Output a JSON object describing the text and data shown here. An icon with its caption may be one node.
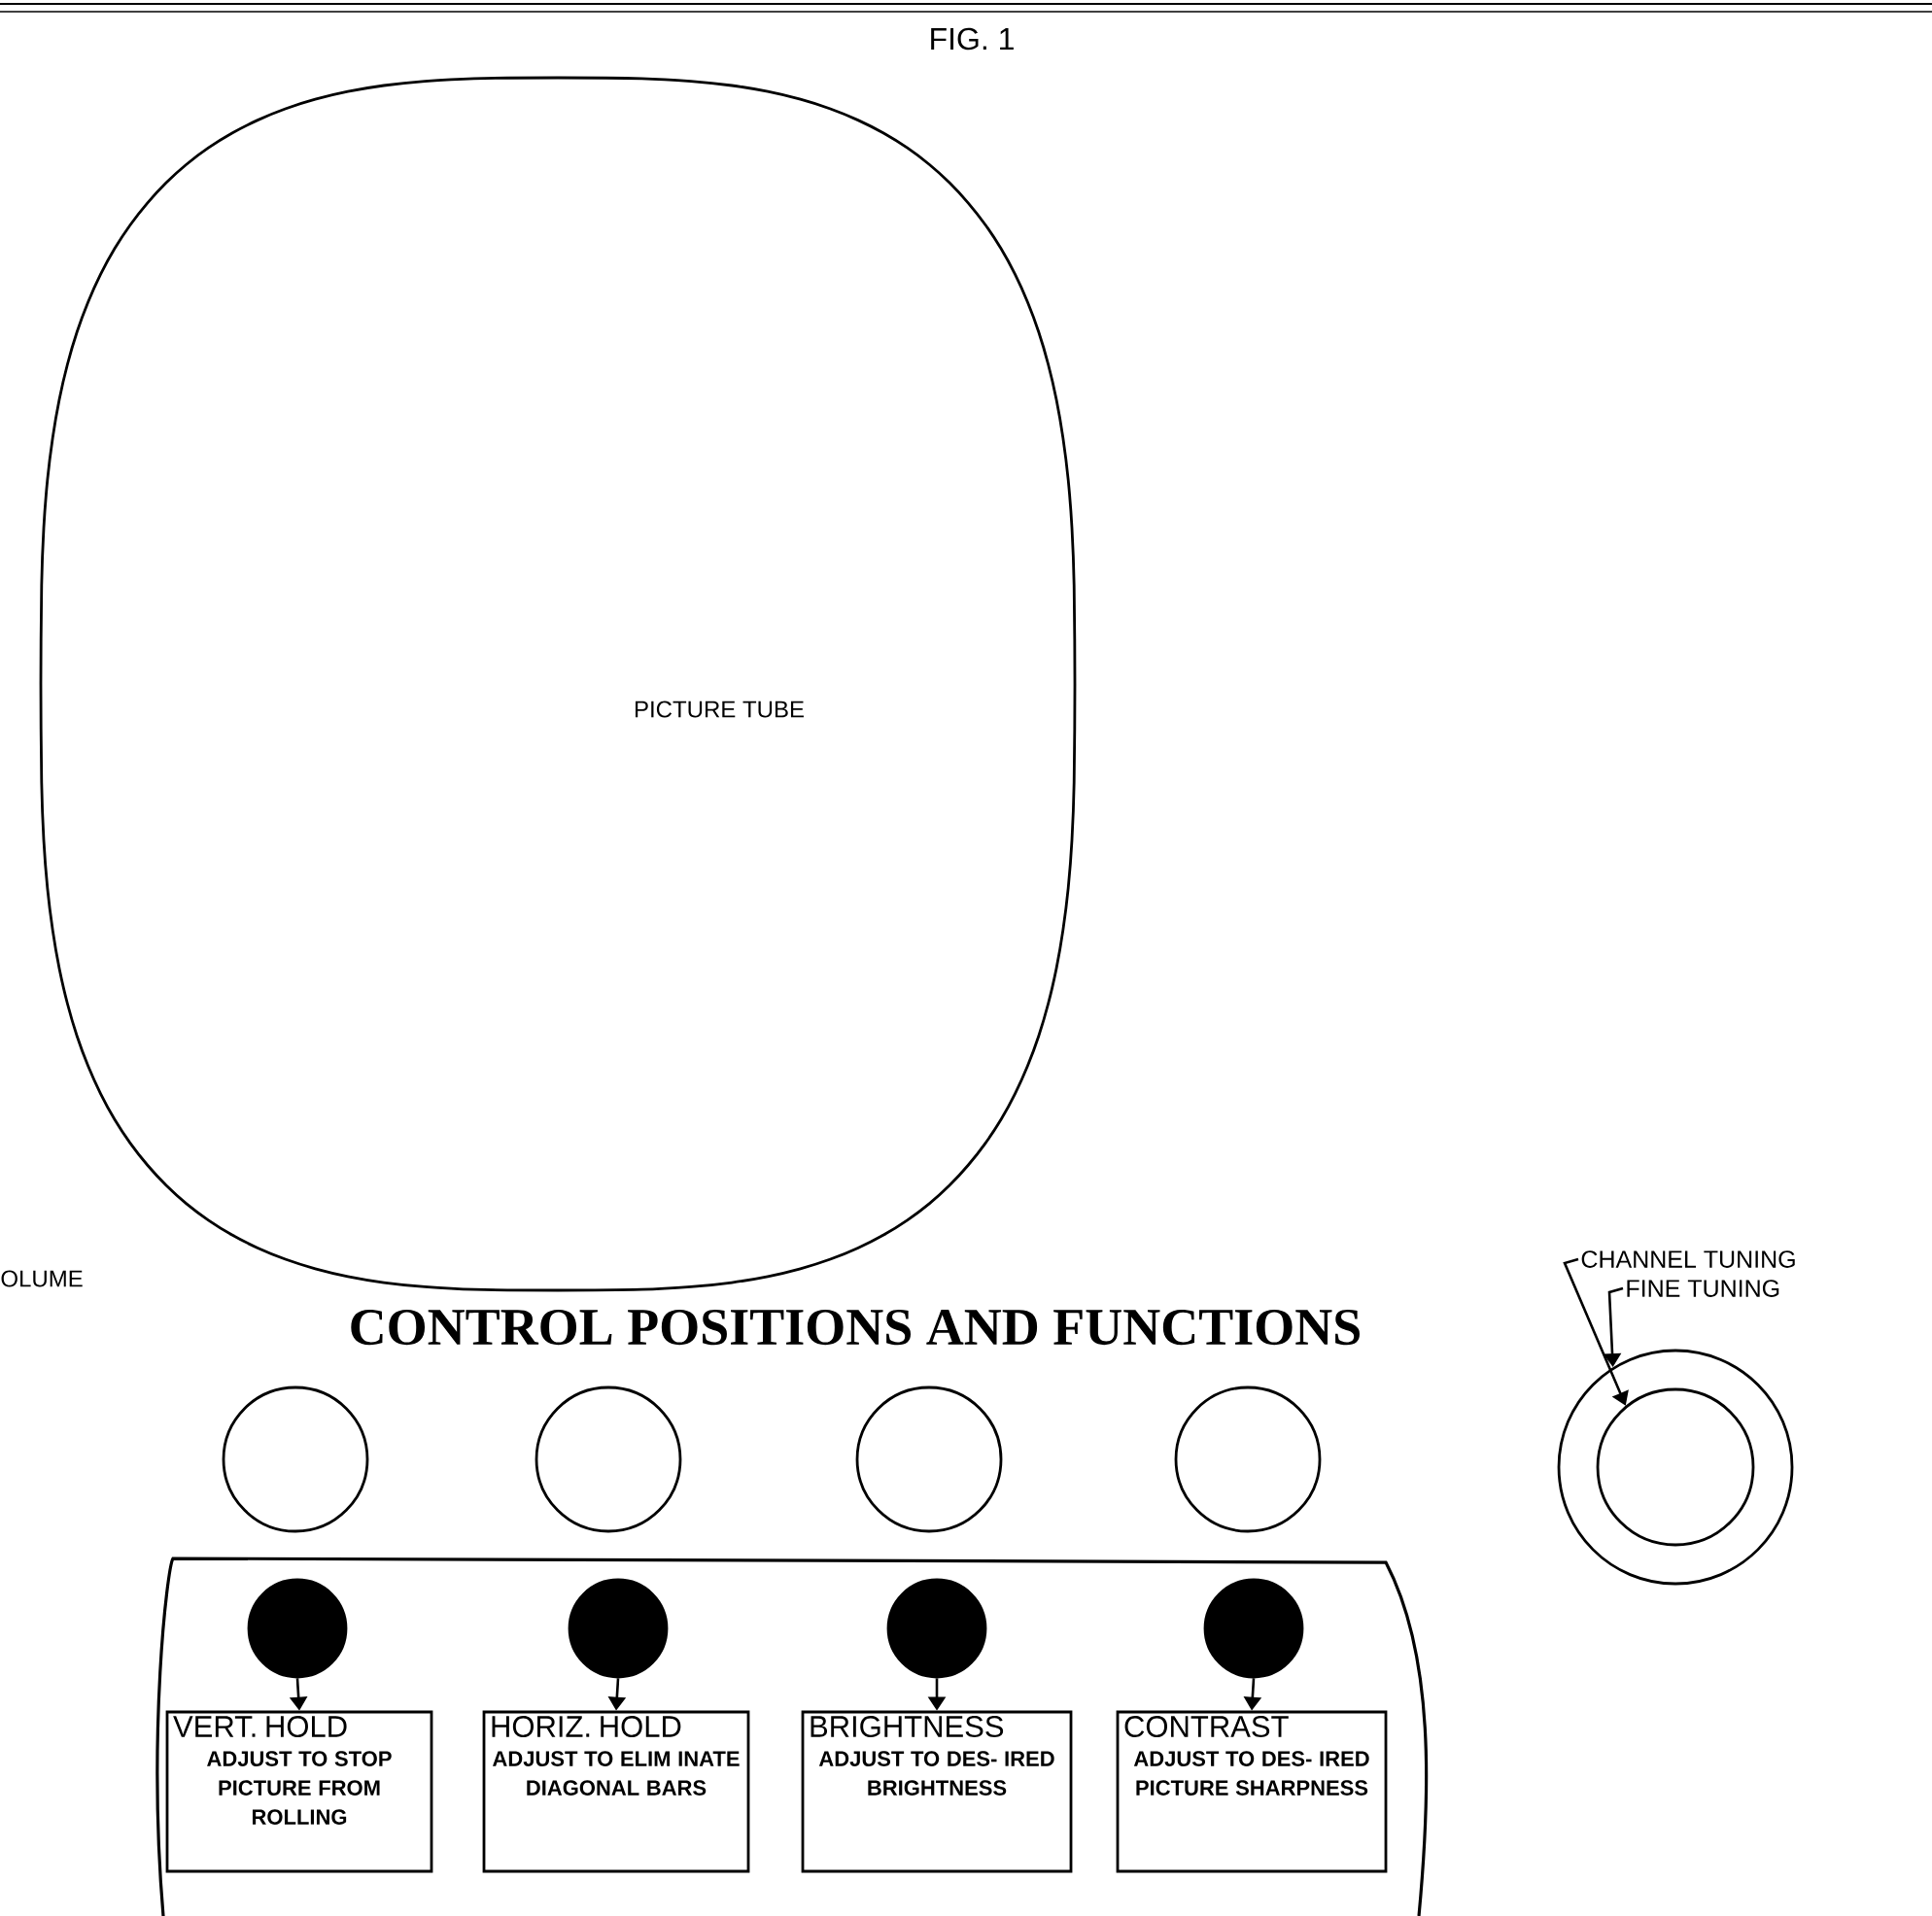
{
  "diagram": {
    "title": "FIG. 1",
    "nodes": [
      {
        "text": [
          "PICTURE TUBE"
        ]
      },
      {
        "text": [],
        "shape": "circle"
      },
      {
        "text": [],
        "shape": "circle"
      },
      {
        "text": [],
        "shape": "circle"
      },
      {
        "text": [],
        "shape": "circle"
      },
      {
        "text": [],
        "shape": "box"
      },
      {
        "text": [],
        "shape": "circle",
        "in": 5
      },
      {
        "text": [],
        "shape": "circle",
        "in": 5
      },
      {
        "text": [],
        "shape": "circle",
        "in": 5
      },
      {
        "text": [],
        "shape": "circle",
        "in": 5
      },
      {
        "text": [
          "VERT. HOLD",
          "ADJUST TO STOP PICTURE FROM ROLLING"
        ],
        "in": 5
      },
      {
        "text": [
          "HORIZ. HOLD",
          "ADJUST TO ELIM INATE DIAGONAL BARS"
        ],
        "in": 5
      },
      {
        "text": [
          "BRIGHTNESS",
          "ADJUST TO DES- IRED BRIGHTNESS"
        ],
        "in": 5
      },
      {
        "text": [
          "CONTRAST",
          "ADJUST TO DES- IRED PICTURE SHARPNESS"
        ],
        "in": 5
      },
      {
        "text": [],
        "shape": "circle"
      },
      {
        "text": [],
        "shape": "circle",
        "in": 14
      },
      {
        "text": [
          "CHANNEL TUNING"
        ]
      },
      {
        "text": [
          "FINE TUNING"
        ]
      }
    ],
    "edges": [
      {
        "from": 6,
        "to": 10,
        "arrow": "to"
      },
      {
        "from": 7,
        "to": 11,
        "arrow": "to"
      },
      {
        "from": 8,
        "to": 12,
        "arrow": "to"
      },
      {
        "from": 9,
        "to": 13,
        "arrow": "to"
      },
      {
        "from": 16,
        "to": 15,
        "arrow": "to"
      },
      {
        "from": 17,
        "to": 14,
        "arrow": "to"
      }
    ],
    "labels": [
      "OLUME",
      "CONTROL POSITIONS AND FUNCTIONS"
    ]
  }
}
